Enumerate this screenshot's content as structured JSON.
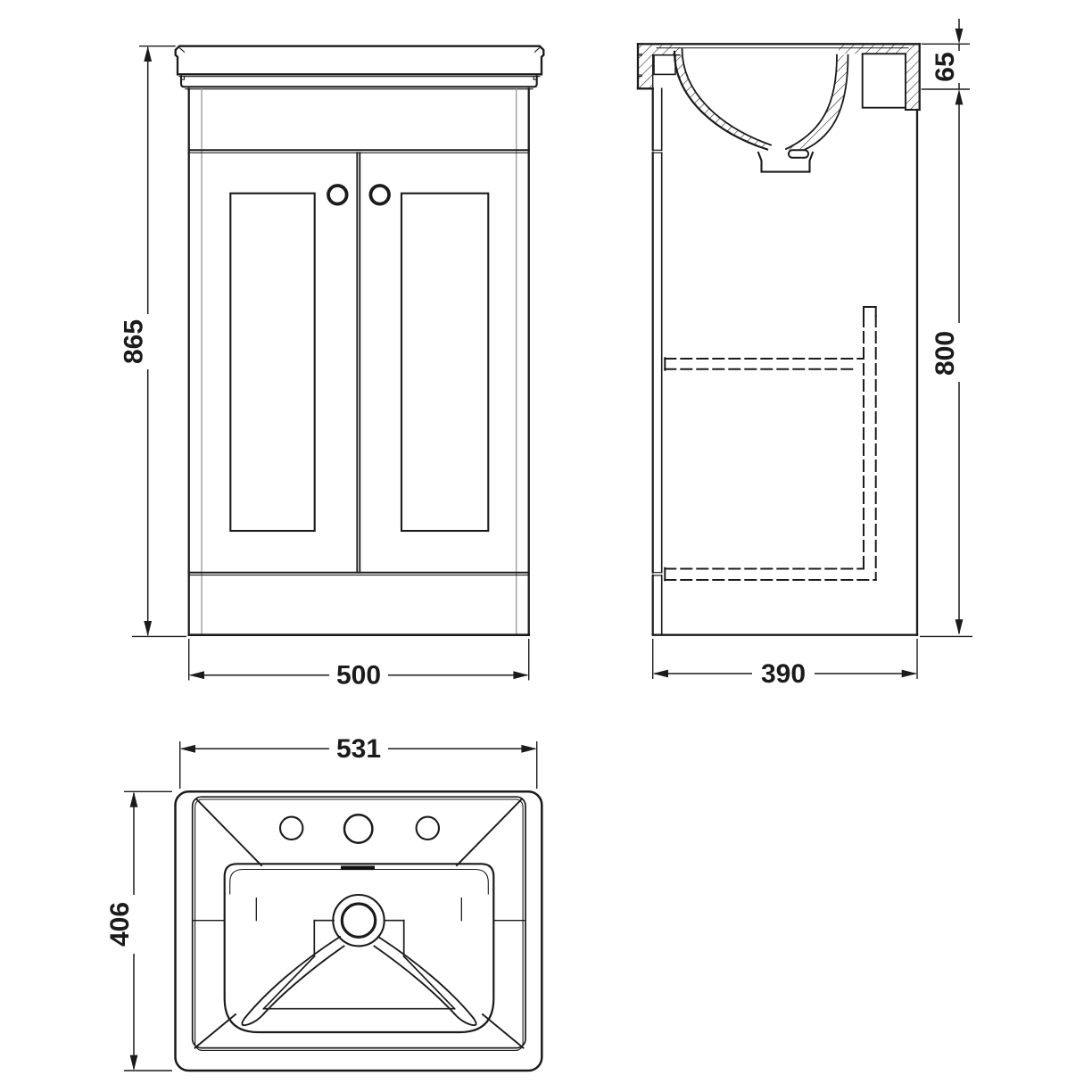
{
  "drawing": {
    "subject": "vanity-unit-with-basin-technical-drawing",
    "views": {
      "front": "front-elevation",
      "side": "side-section",
      "plan": "basin-plan"
    }
  },
  "dims": {
    "front_height": "865",
    "front_width": "500",
    "side_basin_height": "65",
    "side_cabinet_height": "800",
    "side_depth": "390",
    "plan_width": "531",
    "plan_depth": "406"
  },
  "colors": {
    "line": "#1b1b1b",
    "thin_line": "#8f8f8f",
    "background": "#ffffff"
  }
}
